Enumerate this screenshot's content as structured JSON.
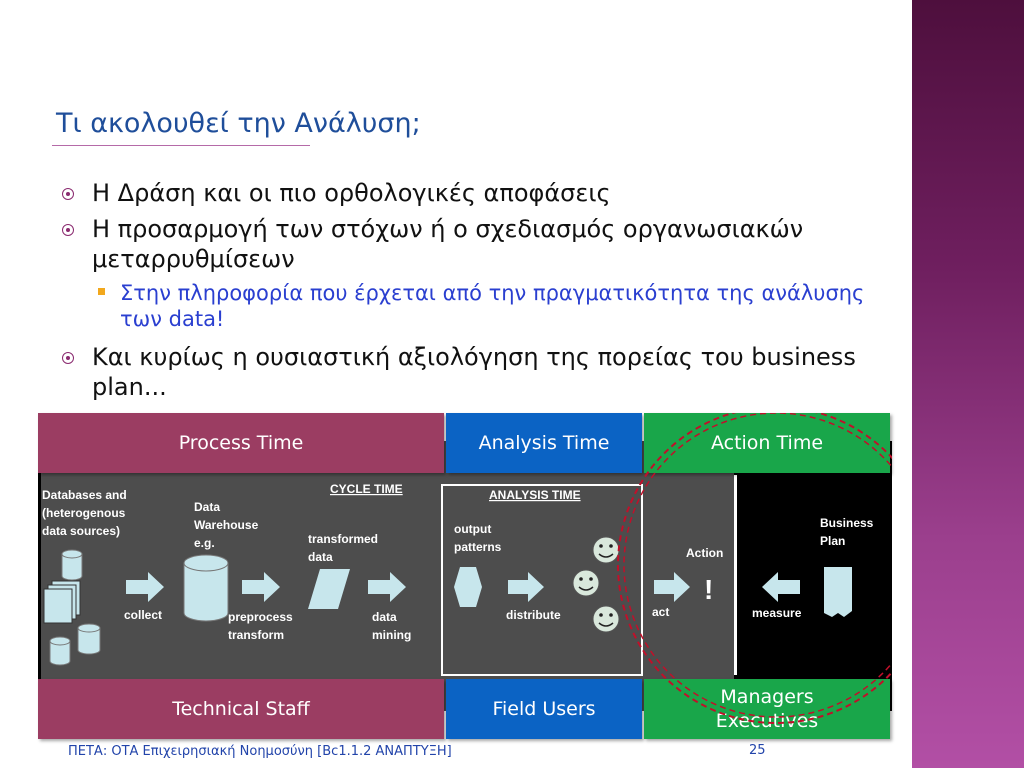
{
  "slide": {
    "title": "Τι ακολουθεί την Ανάλυση;",
    "bullets": [
      {
        "level": 1,
        "text": "Η Δράση και οι πιο ορθολογικές αποφάσεις"
      },
      {
        "level": 1,
        "text": "Η προσαρμογή των στόχων ή ο σχεδιασμός οργανωσιακών μεταρρυθμίσεων"
      },
      {
        "level": 2,
        "text": "Στην πληροφορία που έρχεται από την πραγματικότητα της ανάλυσης των data!"
      },
      {
        "level": 1,
        "text": "Και κυρίως η ουσιαστική αξιολόγηση της πορείας του business plan..."
      }
    ],
    "footer": "ΠΕΤΑ: ΟΤΑ Επιχειρησιακή Νοημοσύνη [Bc1.1.2 ΑΝΑΠΤΥΞΗ]",
    "page_number": "25"
  },
  "diagram": {
    "top_bands": [
      "Process Time",
      "Analysis Time",
      "Action Time"
    ],
    "bottom_bands": [
      "Technical Staff",
      "Field Users",
      "Managers Executives"
    ],
    "cycle_time_label": "CYCLE TIME",
    "analysis_time_label": "ANALYSIS TIME",
    "labels": {
      "databases": [
        "Databases and",
        "(heterogenous",
        "data sources)"
      ],
      "data_warehouse": [
        "Data",
        "Warehouse",
        "e.g."
      ],
      "transformed_data": [
        "transformed",
        "data"
      ],
      "collect": "collect",
      "preprocess": [
        "preprocess",
        "transform"
      ],
      "data_mining": [
        "data",
        "mining"
      ],
      "output_patterns": [
        "output",
        "patterns"
      ],
      "distribute": "distribute",
      "action": "Action",
      "act": "act",
      "exclamation": "!",
      "measure": "measure",
      "business_plan": [
        "Business",
        "Plan"
      ]
    },
    "colors": {
      "process": "#9b3d62",
      "analysis": "#0b63c4",
      "action": "#19a64a",
      "dark_panel": "#4d4d4d",
      "black_panel": "#000000",
      "icon": "#c7e6ec",
      "circle": "#c0102a"
    }
  }
}
